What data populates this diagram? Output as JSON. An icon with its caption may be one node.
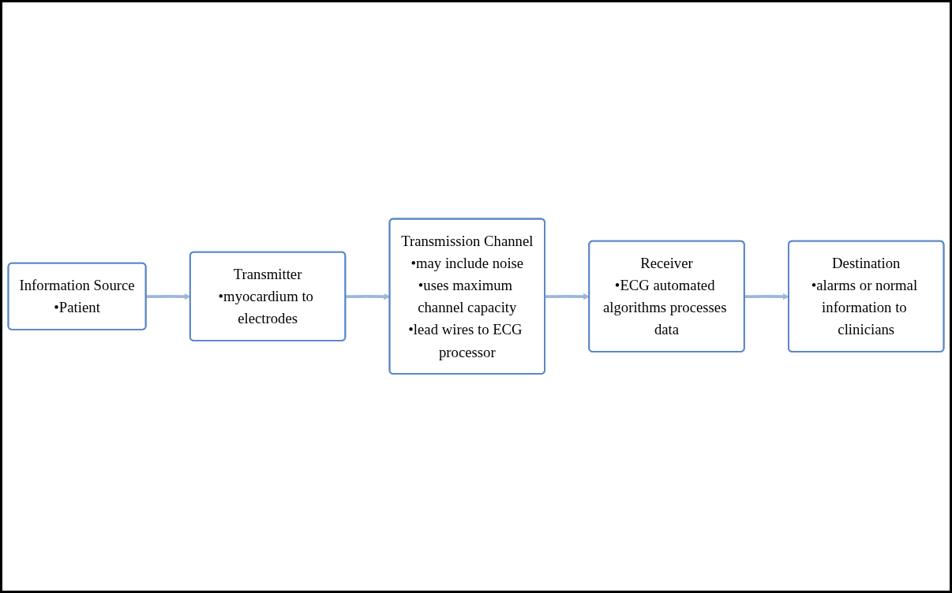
{
  "diagram": {
    "nodes": [
      {
        "text": [
          "Information Source",
          "•Patient"
        ]
      },
      {
        "text": [
          "Transmitter",
          "•myocardium to electrodes"
        ]
      },
      {
        "text": [
          "Transmission Channel",
          "•may include noise",
          "•uses maximum channel capacity",
          "•lead wires to ECG processor"
        ]
      },
      {
        "text": [
          "Receiver",
          "•ECG automated algorithms processes data"
        ]
      },
      {
        "text": [
          "Destination",
          "•alarms or normal information to clinicians"
        ]
      }
    ],
    "edges": [
      {
        "from": 0,
        "to": 1,
        "arrow": "to"
      },
      {
        "from": 1,
        "to": 2,
        "arrow": "to"
      },
      {
        "from": 2,
        "to": 3,
        "arrow": "to"
      },
      {
        "from": 3,
        "to": 4,
        "arrow": "to"
      }
    ]
  }
}
